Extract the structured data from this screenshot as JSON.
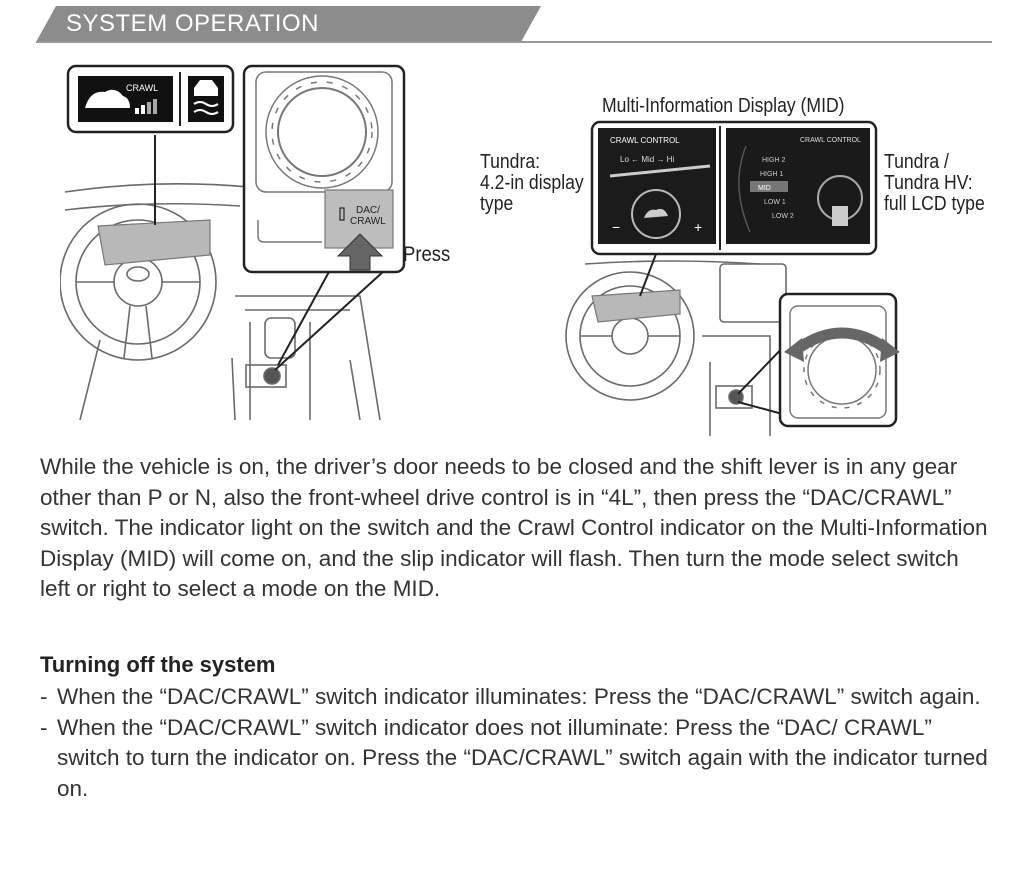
{
  "header": {
    "title": "SYSTEM OPERATION"
  },
  "figure_left": {
    "indicator_text": "CRAWL",
    "switch_label_line1": "DAC/",
    "switch_label_line2": "CRAWL",
    "press_label": "Press"
  },
  "figure_right": {
    "mid_title": "Multi-Information Display (MID)",
    "tundra_42_label": "Tundra:\n4.2-in display\ntype",
    "tundra_lcd_label": "Tundra /\nTundra HV:\nfull LCD type",
    "screen1_title": "CRAWL CONTROL",
    "screen1_scale": "Lo  ←  Mid  →  Hi",
    "screen1_minus": "−",
    "screen1_plus": "+",
    "screen2_title": "CRAWL CONTROL",
    "screen2_modes": [
      "HIGH 2",
      "HIGH 1",
      "MID",
      "LOW 1",
      "LOW 2"
    ]
  },
  "content": {
    "paragraph": "While the vehicle is on, the driver’s door needs to be closed and the shift lever is in any gear other than P or N, also the front-wheel drive control is in “4L”, then press the “DAC/CRAWL” switch. The indicator light on the switch and the Crawl Control indicator on the Multi-Information Display (MID) will come on, and the slip indicator will flash. Then turn the mode select switch left or right to select a mode on the MID.",
    "subheading": "Turning off the system",
    "bullets": [
      "When the “DAC/CRAWL” switch indicator illuminates: Press the “DAC/CRAWL” switch again.",
      "When the “DAC/CRAWL” switch indicator does not illuminate: Press the “DAC/ CRAWL” switch to turn the indicator on. Press the “DAC/CRAWL” switch again with the indicator turned on."
    ],
    "bullet_marker": "-"
  }
}
